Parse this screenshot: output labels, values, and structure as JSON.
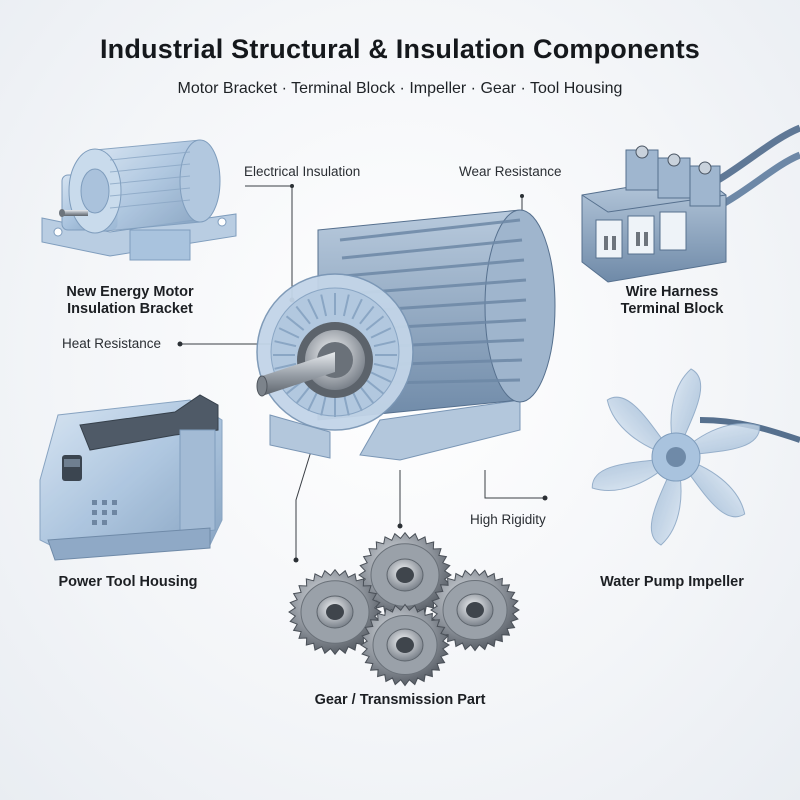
{
  "header": {
    "title": "Industrial Structural & Insulation Components",
    "subtitle": "Motor Bracket · Terminal Block · Impeller · Gear · Tool Housing"
  },
  "parts": {
    "motor_bracket": {
      "line1": "New Energy Motor",
      "line2": "Insulation Bracket"
    },
    "terminal_block": {
      "line1": "Wire Harness",
      "line2": "Terminal Block"
    },
    "power_tool": "Power Tool Housing",
    "impeller": "Water Pump Impeller",
    "gear": "Gear / Transmission Part"
  },
  "properties": {
    "electrical": "Electrical Insulation",
    "wear": "Wear Resistance",
    "heat": "Heat Resistance",
    "rigidity": "High Rigidity"
  },
  "colors": {
    "translucent_blue": "#a9c3de",
    "steel_blue": "#8aa3be",
    "gear_steel": "#8a9098",
    "callout_line": "#3a3f45"
  }
}
